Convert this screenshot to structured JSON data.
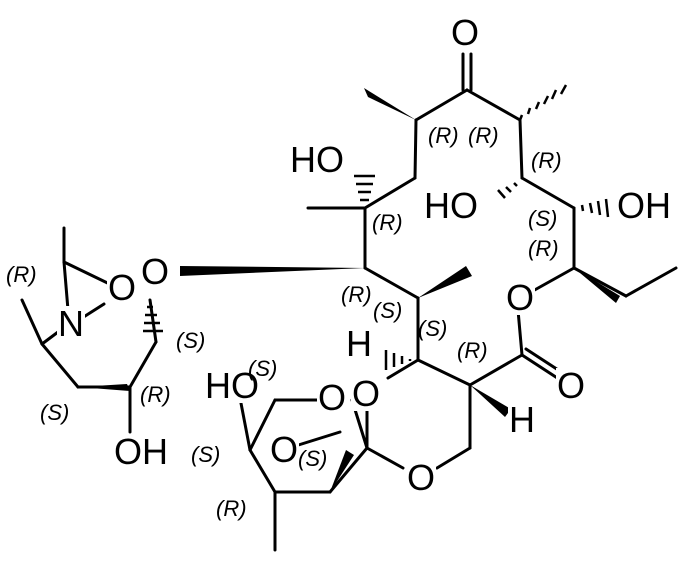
{
  "atoms": {
    "o_ketone": "O",
    "o_ring_pyr": "O",
    "o_glyc_link": "O",
    "o_lactone": "O",
    "o_carbonyl": "O",
    "o_spiro_a": "O",
    "o_spiro_b": "O",
    "o_ring_low": "O",
    "o_anhydro": "O",
    "n_amine": "N",
    "ho_upper": "HO",
    "ho_mid": "HO",
    "oh_right": "OH",
    "oh_sugar": "OH",
    "ho_sugar2": "HO",
    "h_left": "H",
    "h_right": "H"
  },
  "stereo": {
    "c10": "(R)",
    "c11": "(R)",
    "c12": "(R)",
    "c13": "(S)",
    "c14": "(R)",
    "c8": "(R)",
    "c6": "(R)",
    "c5": "(S)",
    "c4": "(S)",
    "c3": "(R)",
    "d1": "(R)",
    "d3": "(S)",
    "d4": "(R)",
    "d5": "(S)",
    "e1": "(S)",
    "e2": "(S)",
    "e3": "(S)",
    "e4": "(R)"
  }
}
